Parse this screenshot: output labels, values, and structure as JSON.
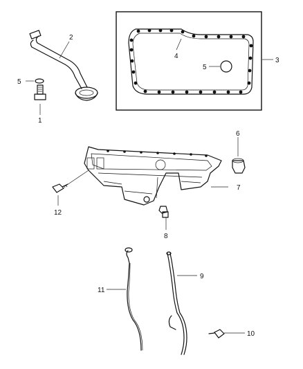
{
  "diagram": {
    "callouts": {
      "c1": "1",
      "c2": "2",
      "c3": "3",
      "c4": "4",
      "c5_left": "5",
      "c5_box": "5",
      "c6": "6",
      "c7": "7",
      "c8": "8",
      "c9": "9",
      "c10": "10",
      "c11": "11",
      "c12": "12"
    }
  }
}
